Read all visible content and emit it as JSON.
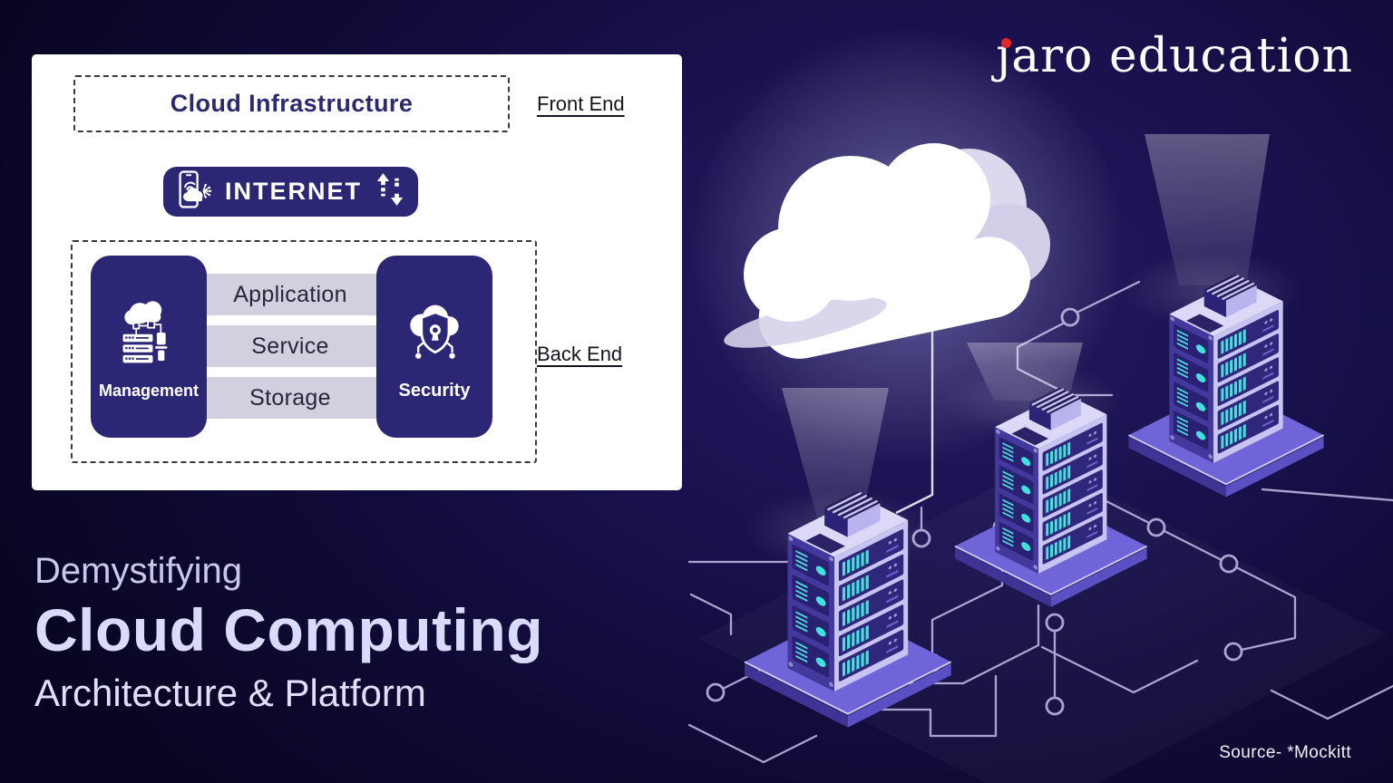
{
  "brand": {
    "logo_text": "jaro education",
    "logo_j": "ȷ",
    "logo_rest": "aro education",
    "dot_color": "#e2262c"
  },
  "card": {
    "cloud_infrastructure_label": "Cloud Infrastructure",
    "front_end_label": "Front End",
    "internet_label": "INTERNET",
    "back_end_label": "Back End",
    "management_label": "Management",
    "security_label": "Security",
    "layers": [
      "Application",
      "Service",
      "Storage"
    ]
  },
  "heading": {
    "line1": "Demystifying",
    "line2": "Cloud Computing",
    "line3": "Architecture & Platform"
  },
  "source_label": "Source- *Mockitt",
  "icons": {
    "internet_device": "phone-cloud-network-icon",
    "internet_arrows": "upload-download-arrows-icon",
    "management": "cloud-server-management-icon",
    "security": "cloud-shield-keyhole-icon",
    "illustration": "isometric-cloud-and-server-towers"
  },
  "colors": {
    "indigo": "#2c2775",
    "card_bg": "#ffffff",
    "bar_bg": "#d2d0df",
    "teal": "#43e2df",
    "accent_red": "#e2262c",
    "background_dark": "#0d0830",
    "heading_text": "#dadafb"
  }
}
